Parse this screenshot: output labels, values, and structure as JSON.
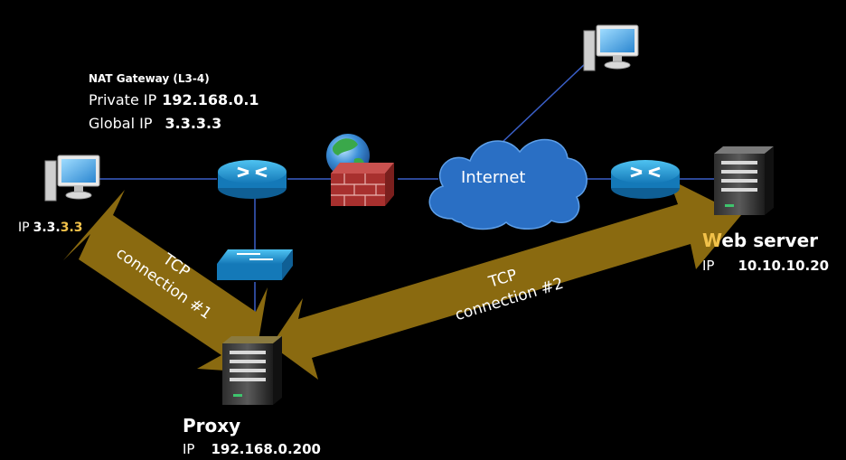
{
  "nat_gateway": {
    "title": "NAT Gateway (L3-4)",
    "private_label": "Private IP",
    "private_ip": "192.168.0.1",
    "global_label": "Global IP",
    "global_ip": "3.3.3.3"
  },
  "client": {
    "ip_label": "IP",
    "ip_value_a": "3.3.",
    "ip_value_b": "3.3"
  },
  "internet": {
    "label": "Internet"
  },
  "web_server": {
    "title_first": "W",
    "title_rest": "eb server",
    "ip_label": "IP",
    "ip_value": "10.10.10.20"
  },
  "proxy": {
    "title": "Proxy",
    "ip_label": "IP",
    "ip_value": "192.168.0.200"
  },
  "tcp1": {
    "line1": "TCP",
    "line2": "connection #1"
  },
  "tcp2": {
    "line1": "TCP",
    "line2": "connection #2"
  },
  "colors": {
    "arrow": "#8a6a10",
    "router": "#1f9bd8",
    "link": "#3a5fc8",
    "cloud": "#2a6fc4"
  },
  "icons": [
    "pc-icon",
    "router-icon",
    "switch-icon",
    "globe-icon",
    "firewall-icon",
    "cloud-icon",
    "server-icon"
  ]
}
